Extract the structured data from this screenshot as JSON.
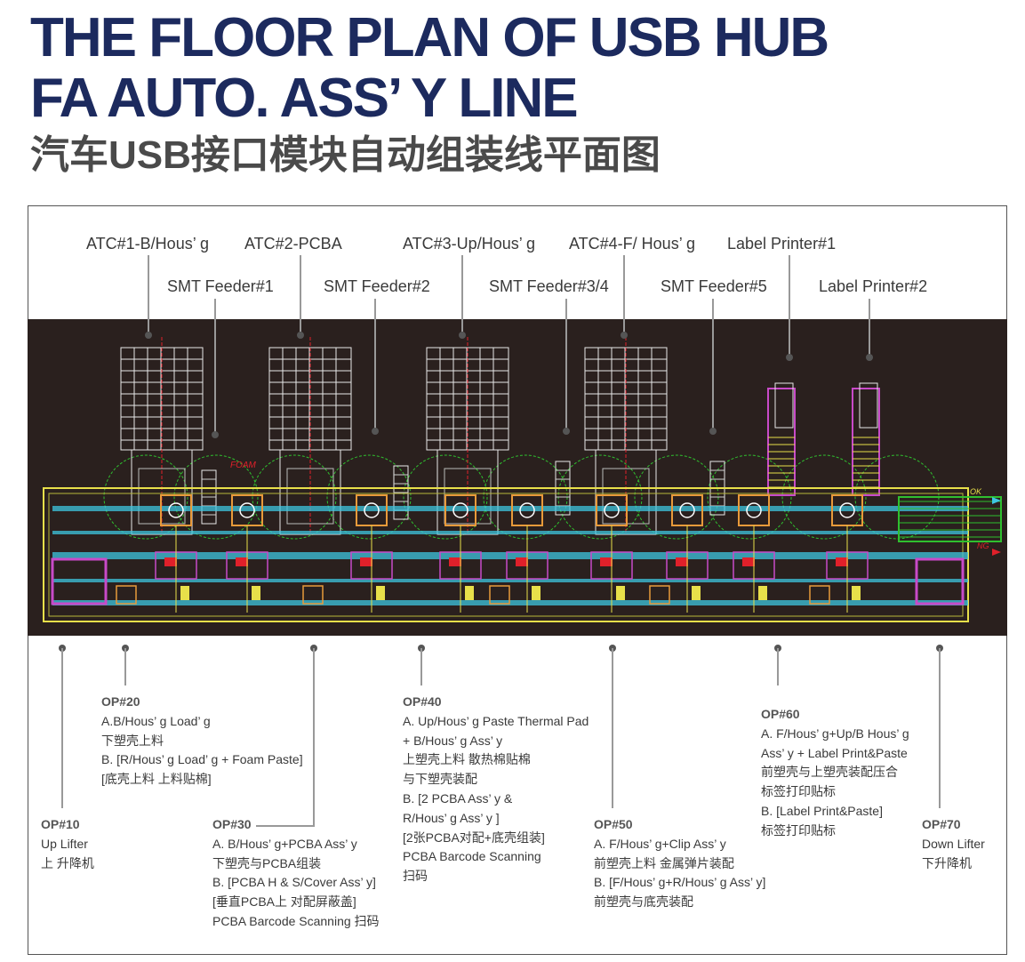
{
  "title": {
    "line1": "THE FLOOR PLAN OF USB HUB",
    "line2": "FA AUTO. ASS’ Y LINE",
    "subtitle": "汽车USB接口模块自动组装线平面图"
  },
  "top_labels": [
    {
      "id": "atc1",
      "text": "ATC#1-B/Hous’ g"
    },
    {
      "id": "atc2",
      "text": "ATC#2-PCBA"
    },
    {
      "id": "atc3",
      "text": "ATC#3-Up/Hous’ g"
    },
    {
      "id": "atc4",
      "text": "ATC#4-F/ Hous’ g"
    },
    {
      "id": "lp1",
      "text": "Label Printer#1"
    },
    {
      "id": "smt1",
      "text": "SMT Feeder#1"
    },
    {
      "id": "smt2",
      "text": "SMT Feeder#2"
    },
    {
      "id": "smt34",
      "text": "SMT Feeder#3/4"
    },
    {
      "id": "smt5",
      "text": "SMT Feeder#5"
    },
    {
      "id": "lp2",
      "text": "Label Printer#2"
    }
  ],
  "plan_marks": {
    "foam": "FOAM",
    "ok": "OK",
    "ng": "NG"
  },
  "operations": [
    {
      "id": "op10",
      "heading": "OP#10",
      "lines": [
        "Up Lifter",
        "上 升降机"
      ]
    },
    {
      "id": "op20",
      "heading": "OP#20",
      "lines": [
        "A.B/Hous’ g Load’ g",
        "下塑壳上料",
        "B. [R/Hous’ g Load’ g + Foam Paste]",
        "[底壳上料 上料贴棉]"
      ]
    },
    {
      "id": "op30",
      "heading": "OP#30",
      "lines": [
        "A. B/Hous’ g+PCBA Ass’ y",
        "下塑壳与PCBA组装",
        "B. [PCBA H & S/Cover Ass’ y]",
        "[垂直PCBA上 对配屏蔽盖]",
        "PCBA Barcode Scanning 扫码"
      ]
    },
    {
      "id": "op40",
      "heading": "OP#40",
      "lines": [
        "A. Up/Hous’ g Paste Thermal Pad",
        "+ B/Hous’ g Ass’ y",
        "上塑壳上料 散热棉贴棉",
        "与下塑壳装配",
        "B. [2 PCBA Ass’ y &",
        "R/Hous’ g Ass’ y ]",
        "[2张PCBA对配+底壳组装]",
        "PCBA Barcode Scanning",
        "扫码"
      ]
    },
    {
      "id": "op50",
      "heading": "OP#50",
      "lines": [
        "A. F/Hous’ g+Clip Ass’ y",
        "前塑壳上料 金属弹片装配",
        "B. [F/Hous’ g+R/Hous’ g Ass’ y]",
        "前塑壳与底壳装配"
      ]
    },
    {
      "id": "op60",
      "heading": "OP#60",
      "lines": [
        "A. F/Hous’ g+Up/B Hous’ g",
        "Ass’ y + Label Print&Paste",
        "前塑壳与上塑壳装配压合",
        "标签打印贴标",
        "B. [Label Print&Paste]",
        "标签打印贴标"
      ]
    },
    {
      "id": "op70",
      "heading": "OP#70",
      "lines": [
        "Down Lifter",
        "下升降机"
      ]
    }
  ],
  "colors": {
    "title": "#1c2a5e",
    "subtitle": "#4a4a4a",
    "plan_background": "#2a201e",
    "conveyor_cyan": "#3ec6e0",
    "frame_yellow": "#e8e04a",
    "station_orange": "#e89a3a",
    "station_magenta": "#c84ac8",
    "reach_circle_green": "#2fbf2f",
    "part_red": "#e0202a"
  }
}
